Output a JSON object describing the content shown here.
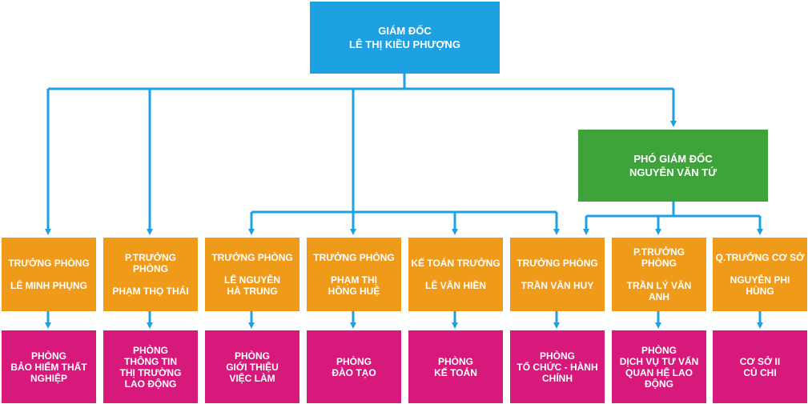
{
  "director": {
    "title": "GIÁM ĐỐC",
    "name": "LÊ THỊ KIỀU PHƯỢNG"
  },
  "deputy": {
    "title": "PHÓ GIÁM ĐỐC",
    "name": "NGUYỄN VĂN TỨ"
  },
  "colors": {
    "director": "#1da1e3",
    "deputy": "#3ea33a",
    "head": "#f09a1a",
    "department": "#d6197a",
    "connector": "#1da1e3"
  },
  "units": [
    {
      "head_title": [
        "TRƯỞNG PHÒNG"
      ],
      "head_name": [
        "LÊ MINH PHỤNG"
      ],
      "department": [
        "PHÒNG",
        "BẢO HIỂM THẤT",
        "NGHIỆP"
      ]
    },
    {
      "head_title": [
        "P.TRƯỞNG",
        "PHÒNG"
      ],
      "head_name": [
        "PHẠM THỌ THÁI"
      ],
      "department": [
        "PHÒNG",
        "THÔNG TIN",
        "THỊ TRƯỜNG",
        "LAO ĐỘNG"
      ]
    },
    {
      "head_title": [
        "TRƯỞNG PHÒNG"
      ],
      "head_name": [
        "LÊ NGUYỄN",
        "HÀ TRUNG"
      ],
      "department": [
        "PHÒNG",
        "GIỚI THIỆU",
        "VIỆC LÀM"
      ]
    },
    {
      "head_title": [
        "TRƯỞNG PHÒNG"
      ],
      "head_name": [
        "PHẠM THỊ",
        "HỒNG HUỆ"
      ],
      "department": [
        "PHÒNG",
        "ĐÀO TẠO"
      ]
    },
    {
      "head_title": [
        "KẾ TOÁN TRƯỞNG"
      ],
      "head_name": [
        "LÊ VĂN HIỀN"
      ],
      "department": [
        "PHÒNG",
        "KẾ TOÁN"
      ]
    },
    {
      "head_title": [
        "TRƯỞNG PHÒNG"
      ],
      "head_name": [
        "TRẦN VĂN HUY"
      ],
      "department": [
        "PHÒNG",
        "TỔ CHỨC - HÀNH",
        "CHÍNH"
      ]
    },
    {
      "head_title": [
        "P.TRƯỞNG",
        "PHÒNG"
      ],
      "head_name": [
        "TRẦN LÝ VÂN",
        "ANH"
      ],
      "department": [
        "PHÒNG",
        "DỊCH VỤ TƯ VẤN",
        "QUAN HỆ LAO",
        "ĐỘNG"
      ]
    },
    {
      "head_title": [
        "Q.TRƯỞNG CƠ SỞ"
      ],
      "head_name": [
        "NGUYỄN PHI",
        "HÙNG"
      ],
      "department": [
        "CƠ SỞ II",
        "CỦ CHI"
      ]
    }
  ]
}
